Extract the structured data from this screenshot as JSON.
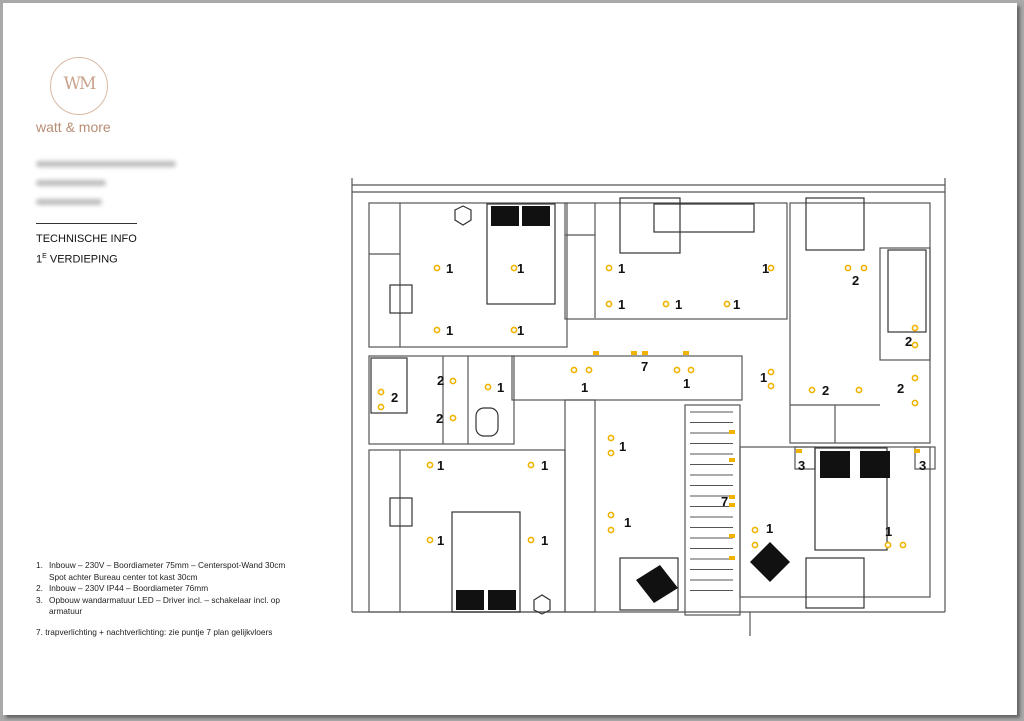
{
  "brand": {
    "logo_text": "WM",
    "name": "watt & more"
  },
  "heading": {
    "line1": "TECHNISCHE INFO",
    "line2_prefix": "1",
    "line2_sup": "E",
    "line2_suffix": " VERDIEPING"
  },
  "legend": {
    "items": [
      {
        "num": "1.",
        "text": "Inbouw – 230V – Boordiameter 75mm – Centerspot-Wand 30cm",
        "text2": "Spot achter Bureau center tot kast 30cm"
      },
      {
        "num": "2.",
        "text": "Inbouw – 230V IP44 – Boordiameter 76mm",
        "text2": ""
      },
      {
        "num": "3.",
        "text": "Opbouw wandarmatuur LED – Driver incl. – schakelaar incl. op",
        "text2": "armatuur"
      }
    ],
    "note": "7. trapverlichting + nachtverlichting: zie puntje 7 plan gelijkvloers"
  },
  "plan": {
    "marker_color": "#f0b400",
    "markers": [
      "1",
      "1",
      "1",
      "1",
      "1",
      "1",
      "1",
      "1",
      "1",
      "1",
      "7",
      "1",
      "1",
      "2",
      "2",
      "2",
      "1",
      "1",
      "1",
      "1",
      "1",
      "1",
      "1",
      "2",
      "2",
      "2",
      "2",
      "3",
      "3",
      "7",
      "1",
      "1"
    ]
  }
}
